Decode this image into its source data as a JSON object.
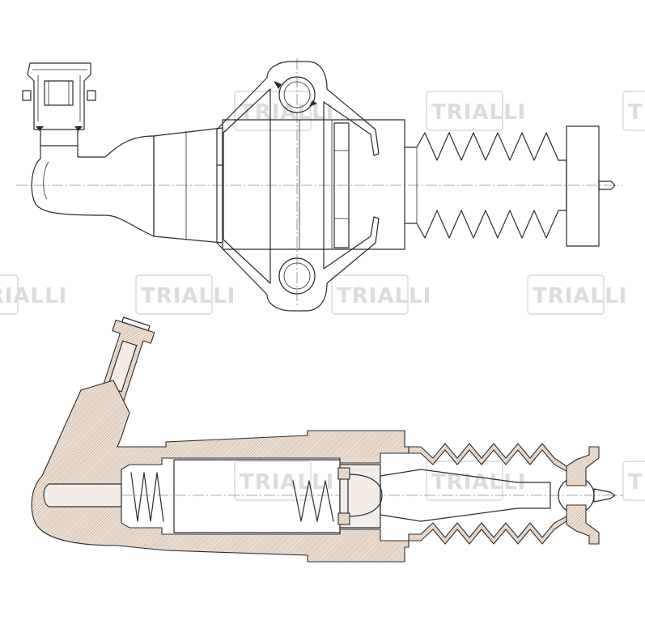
{
  "watermark": {
    "brand": "TRIALLI"
  },
  "views": [
    {
      "name": "external-view"
    },
    {
      "name": "section-view"
    }
  ]
}
